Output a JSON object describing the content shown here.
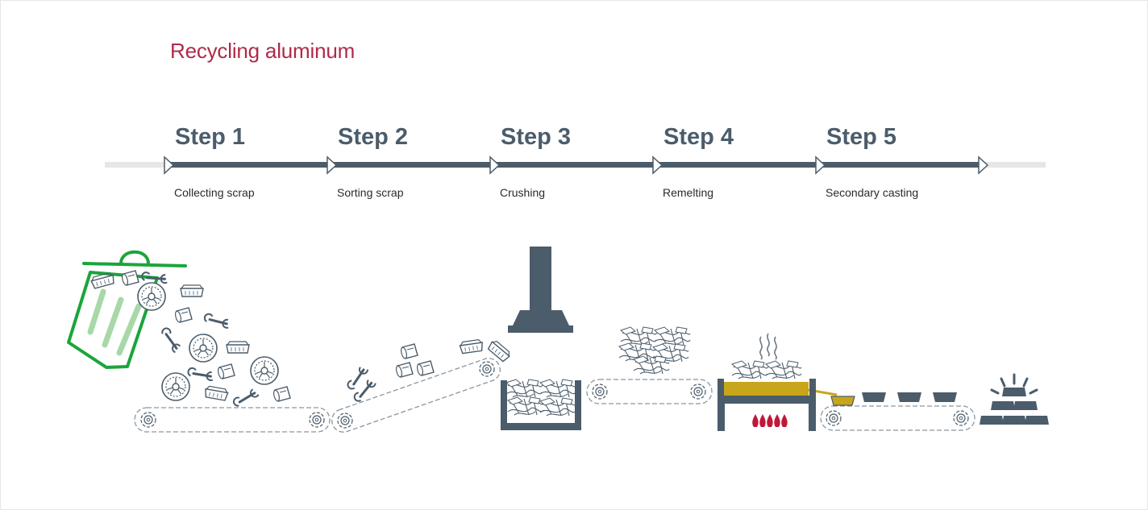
{
  "title": "Recycling aluminum",
  "steps": [
    {
      "label": "Step 1",
      "desc": "Collecting scrap"
    },
    {
      "label": "Step 2",
      "desc": "Sorting scrap"
    },
    {
      "label": "Step 3",
      "desc": "Crushing"
    },
    {
      "label": "Step 4",
      "desc": "Remelting"
    },
    {
      "label": "Step 5",
      "desc": "Secondary casting"
    }
  ],
  "colors": {
    "title": "#b02a4a",
    "slate": "#4b5c6b",
    "bin": "#1aa53a",
    "molten": "#c8a51a",
    "flame": "#c0183a",
    "track": "#e6e6e6"
  },
  "icons": [
    "trash-bin-icon",
    "wrench-icon",
    "wheel-icon",
    "can-icon",
    "tray-icon",
    "conveyor-icon",
    "press-icon",
    "scrap-heap-icon",
    "furnace-icon",
    "steam-icon",
    "flame-icon",
    "ladle-icon",
    "mold-icon",
    "ingot-stack-icon"
  ]
}
